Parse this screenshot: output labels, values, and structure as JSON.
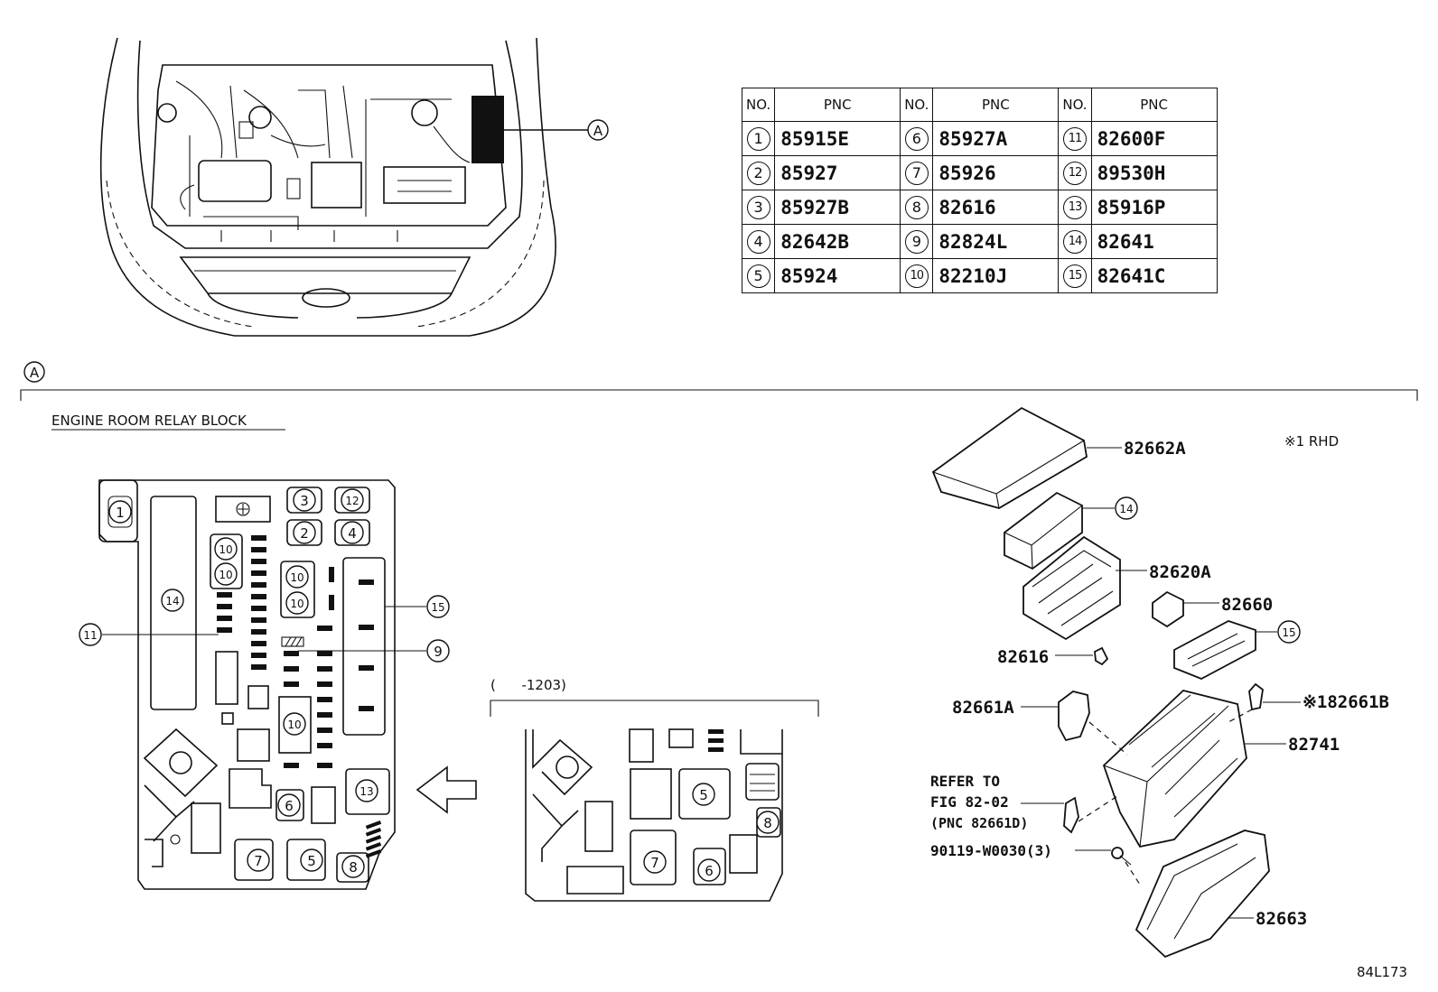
{
  "pnc_table": {
    "headers": [
      "NO.",
      "PNC",
      "NO.",
      "PNC",
      "NO.",
      "PNC"
    ],
    "rows": [
      [
        {
          "no": "1",
          "pnc": "85915E"
        },
        {
          "no": "6",
          "pnc": "85927A"
        },
        {
          "no": "11",
          "pnc": "82600F"
        }
      ],
      [
        {
          "no": "2",
          "pnc": "85927"
        },
        {
          "no": "7",
          "pnc": "85926"
        },
        {
          "no": "12",
          "pnc": "89530H"
        }
      ],
      [
        {
          "no": "3",
          "pnc": "85927B"
        },
        {
          "no": "8",
          "pnc": "82616"
        },
        {
          "no": "13",
          "pnc": "85916P"
        }
      ],
      [
        {
          "no": "4",
          "pnc": "82642B"
        },
        {
          "no": "9",
          "pnc": "82824L"
        },
        {
          "no": "14",
          "pnc": "82641"
        }
      ],
      [
        {
          "no": "5",
          "pnc": "85924"
        },
        {
          "no": "10",
          "pnc": "82210J"
        },
        {
          "no": "15",
          "pnc": "82641C"
        }
      ]
    ]
  },
  "detail_marker": "A",
  "section_title": "ENGINE ROOM RELAY BLOCK",
  "date_range": "(      -1203)",
  "rhd_note": "※1 RHD",
  "figure_code": "84L173",
  "relay_block_labels": {
    "n1": "1",
    "n2": "2",
    "n3": "3",
    "n4": "4",
    "n5": "5",
    "n6": "6",
    "n7": "7",
    "n8": "8",
    "n9": "9",
    "n10": "10",
    "n11": "11",
    "n12": "12",
    "n13": "13",
    "n14": "14",
    "n15": "15"
  },
  "exploded_labels": {
    "cover": "82662A",
    "c14": "14",
    "bracket": "82620A",
    "relay": "82660",
    "c15": "15",
    "fuse": "82616",
    "clip_a": "82661A",
    "clip_b": "※182661B",
    "block": "82741",
    "refer_1": "REFER TO",
    "refer_2": "FIG 82-02",
    "refer_3": "(PNC 82661D)",
    "bolt": "90119-W0030(3)",
    "lower": "82663"
  }
}
